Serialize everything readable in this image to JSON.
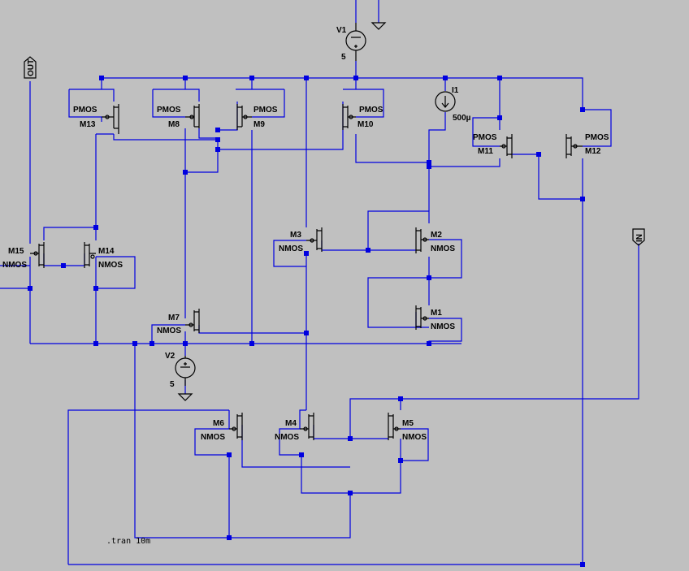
{
  "schematic": {
    "components": {
      "v1": {
        "name": "V1",
        "value": "5"
      },
      "v2": {
        "name": "V2",
        "value": "5"
      },
      "i1": {
        "name": "I1",
        "value": "500µ"
      },
      "m1": {
        "name": "M1",
        "model": "NMOS"
      },
      "m2": {
        "name": "M2",
        "model": "NMOS"
      },
      "m3": {
        "name": "M3",
        "model": "NMOS"
      },
      "m4": {
        "name": "M4",
        "model": "NMOS"
      },
      "m5": {
        "name": "M5",
        "model": "NMOS"
      },
      "m6": {
        "name": "M6",
        "model": "NMOS"
      },
      "m7": {
        "name": "M7",
        "model": "NMOS"
      },
      "m8": {
        "name": "M8",
        "model": "PMOS"
      },
      "m9": {
        "name": "M9",
        "model": "PMOS"
      },
      "m10": {
        "name": "M10",
        "model": "PMOS"
      },
      "m11": {
        "name": "M11",
        "model": "PMOS"
      },
      "m12": {
        "name": "M12",
        "model": "PMOS"
      },
      "m13": {
        "name": "M13",
        "model": "PMOS"
      },
      "m14": {
        "name": "M14",
        "model": "NMOS"
      },
      "m15": {
        "name": "M15",
        "model": "NMOS"
      }
    },
    "ports": {
      "out": "OUT",
      "in": "IN"
    },
    "directive": ".tran 10m"
  },
  "colors": {
    "background": "#c0c0c0",
    "wire": "#0000e0",
    "component": "#000000"
  }
}
